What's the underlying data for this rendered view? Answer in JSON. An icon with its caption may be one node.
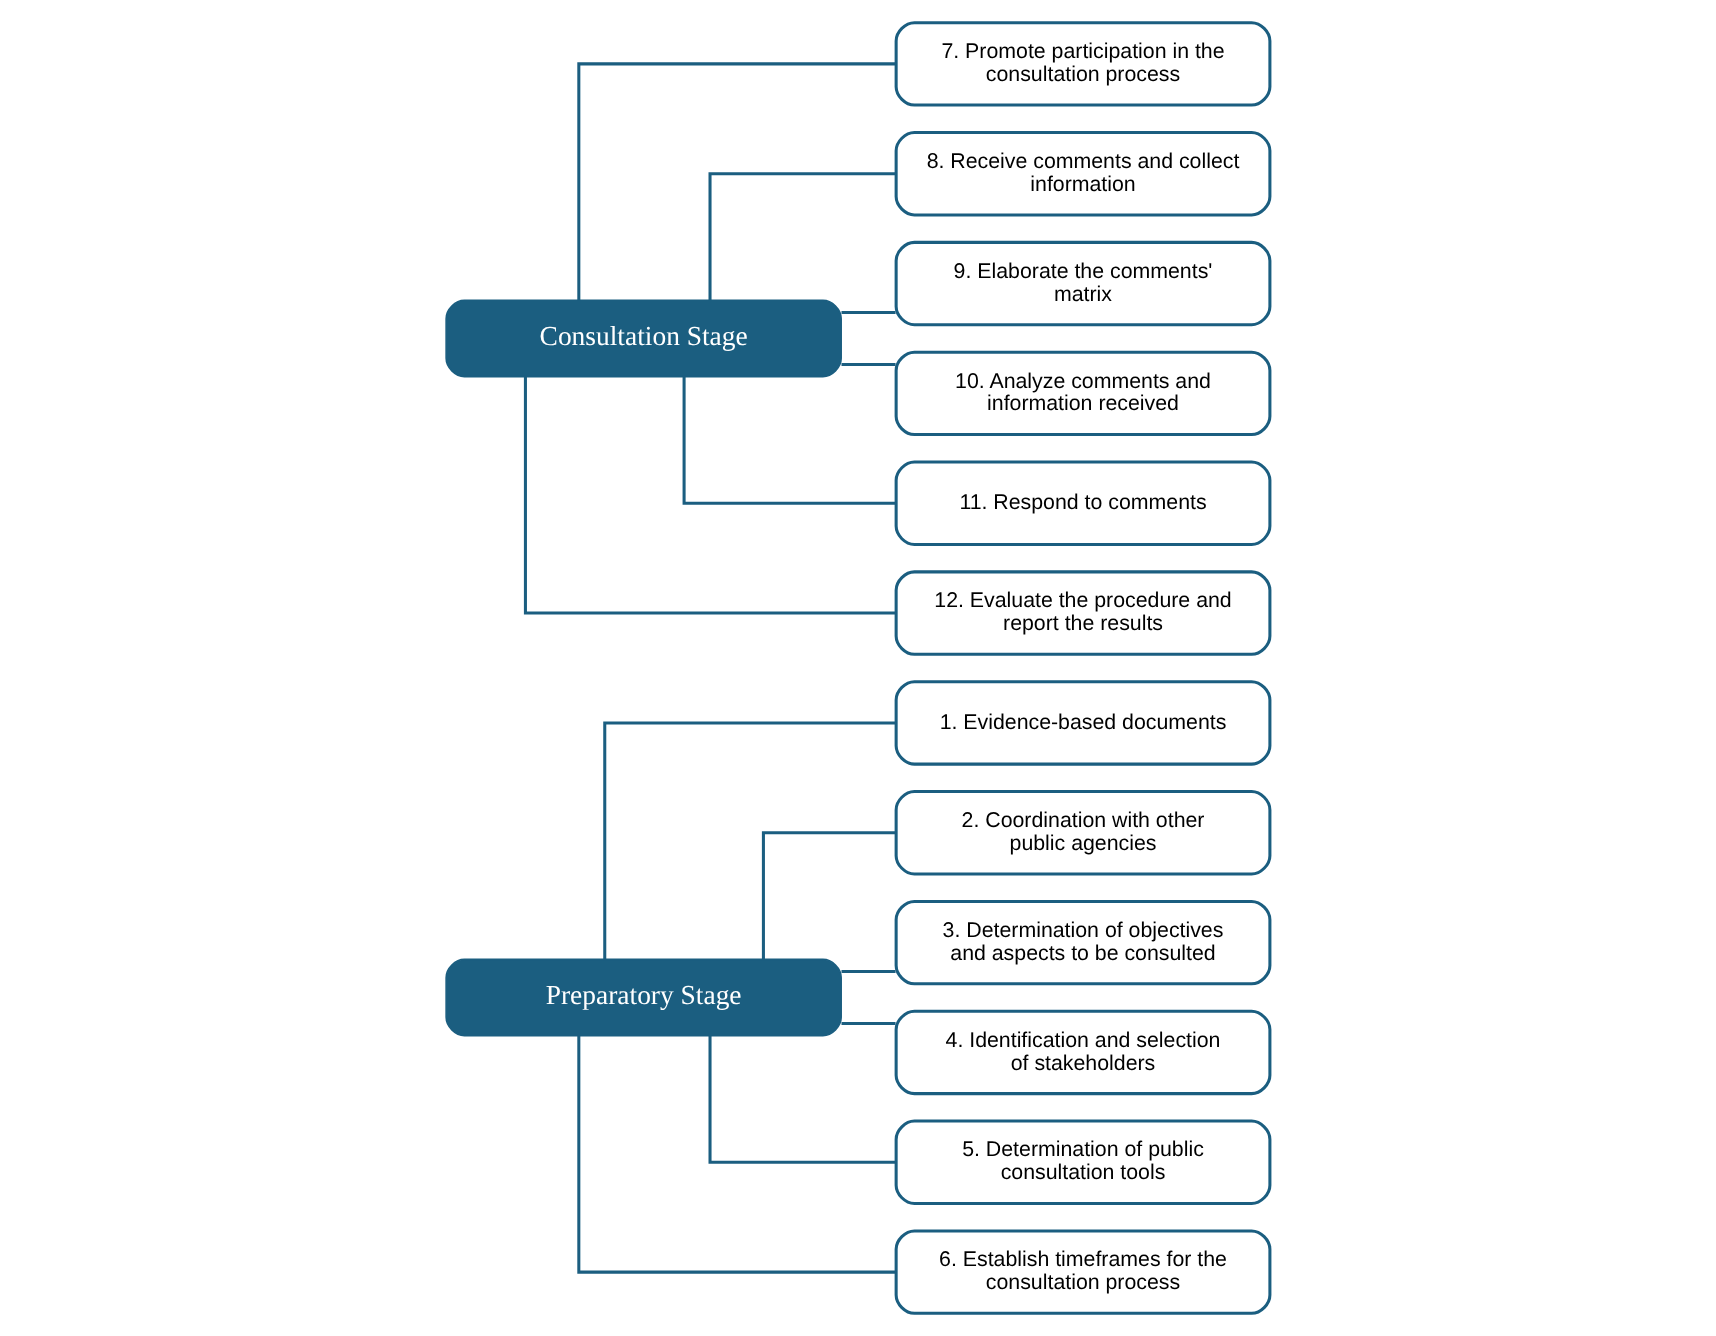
{
  "diagram": {
    "nodes": [
      {
        "text": [
          "Preparatory Stage"
        ]
      },
      {
        "text": [
          "1. Evidence-based documents"
        ]
      },
      {
        "text": [
          "2. Coordination with other public agencies"
        ]
      },
      {
        "text": [
          "3. Determination of objectives and aspects to be consulted"
        ]
      },
      {
        "text": [
          "4. Identification and selection of stakeholders"
        ]
      },
      {
        "text": [
          "5. Determination of public consultation tools"
        ]
      },
      {
        "text": [
          "6. Establish timeframes for the consultation process"
        ]
      },
      {
        "text": [
          "Consultation Stage"
        ]
      },
      {
        "text": [
          "7. Promote participation in the consultation process"
        ]
      },
      {
        "text": [
          "8. Receive comments and collect information"
        ]
      },
      {
        "text": [
          "9. Elaborate the comments' matrix"
        ]
      },
      {
        "text": [
          "10. Analyze comments and information received"
        ]
      },
      {
        "text": [
          "11. Respond to comments"
        ]
      },
      {
        "text": [
          "12. Evaluate the procedure and report the results"
        ]
      }
    ],
    "edges": [
      {
        "from": 0,
        "to": 1,
        "arrow": "none"
      },
      {
        "from": 0,
        "to": 2,
        "arrow": "none"
      },
      {
        "from": 0,
        "to": 3,
        "arrow": "none"
      },
      {
        "from": 0,
        "to": 4,
        "arrow": "none"
      },
      {
        "from": 0,
        "to": 5,
        "arrow": "none"
      },
      {
        "from": 0,
        "to": 6,
        "arrow": "none"
      },
      {
        "from": 7,
        "to": 8,
        "arrow": "none"
      },
      {
        "from": 7,
        "to": 9,
        "arrow": "none"
      },
      {
        "from": 7,
        "to": 10,
        "arrow": "none"
      },
      {
        "from": 7,
        "to": 11,
        "arrow": "none"
      },
      {
        "from": 7,
        "to": 12,
        "arrow": "none"
      },
      {
        "from": 7,
        "to": 13,
        "arrow": "none"
      }
    ]
  }
}
